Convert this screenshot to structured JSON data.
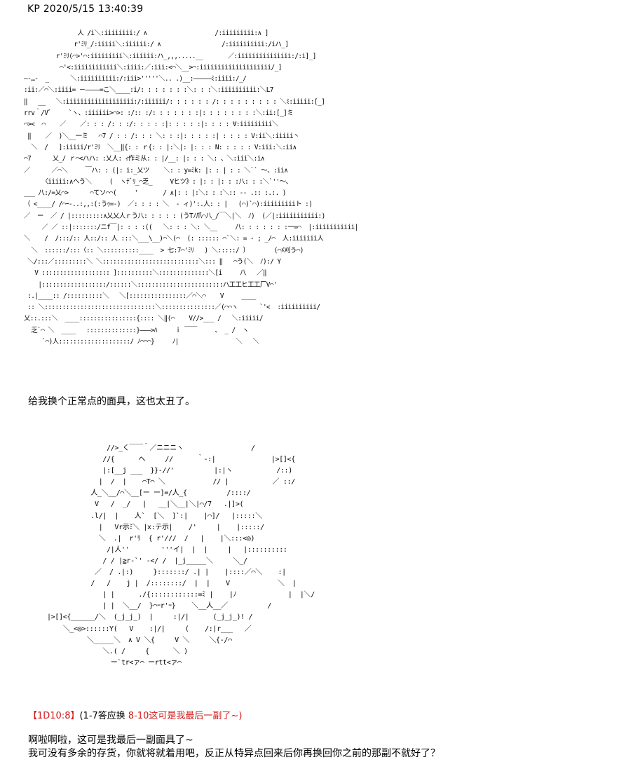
{
  "header": {
    "author": "KP",
    "timestamp": "2020/5/15 13:40:39"
  },
  "art": {
    "top": "               人 /i＼:iiiiiiii:/ ∧                   /:iiiiiiiii:∧ ]\n              r'ﾐﾘ_/:iiiii＼:iiiiii:/ ∧                 /:iiiiiiiiii:/iハ_]\n         r'ﾐﾘ(⌒>'⌒:iiiiiiiii＼:iiiiii:ハ_,,,.....__       ／:iiiiiiiiiiiiiii:/:i]_]\n          ⌒'<:iiiiiiiiiiii＼:iiii:／:iii:<⌒＼__>⌒:iiiiiiiiiiiiiiiiiiii/_]\n―-…-  _      ＼:iiiiiiiiii:/:iii>'''''＼.. .)__:―――――ﾐ:iiii:/_/\n:ii:／⌒＼:iiii= －――――=こ＼____:i/: : : : : : :＼: : :＼:iiiiiiiiii:＼L7\n‖   __   ＼:iiiiiiiiiiiiiiiiiii:/:iiiiii/: : : : : : /: : : : : : : : : ＼ﾐ:iiiii:[_]\nrrv＾/V゛    `ヽ、:iiiiii>⌒>: :/:: :/: : : : : : :|: : : : : : : :＼:ii:[_]ミ\n⌒><  ⌒    ／    ／: : : /: : :/: : : : :|: : : : :|: : : : ∀:iiiiiiiii＼\n ‖    ／  )＼__一ミ   ⌒7 / : : /: : : ＼: : :|: : : : :| : : : : V:ii＼:iiiii丶\n  ＼  /   ]:iiiii/r'ﾐﾘ  ＼__‖{: : ｒ{: : |:＼|: |: : : N: : : : : V:iii:＼:ii∧\n⌒7      乂_/ ｒ⌒<ハハ: :乂人: ｨ作ミ从: : |/__: |: : : ＼: 、＼:iii＼:i∧\n／      ／⌒＼     ￣ハ: : (|: i:_乂ツ    ＼: : y=ﾐk: |: : | : : ＼`` ～、:ii∧\n     〈iiiii:∧ヘう＼     (  ヽﾃﾞﾘ_⌒乏_     Vヒツ》: |: : |: : :八: : :＼`''～、\n___ 八:/=乂⌒>      ⌒てソ⌒⌒(     '       / ∧|: : |:＼: : :＼:: -- .:: :.:. )\n（ <____/ /⌒ｰ-..:,,:(:うｩ=-)  ／: : : : ＼  - ィ)':.人: : |   (⌒)`⌒):iiiiiiiiiト :)\n／  ー  ／ / |:::::::::∧乂乂人ｒう八: : : : : (うTﾉ爪⌒八_/￣＼|＼  ﾉ)  (／|:iiiiiiiiiii:)\n     ／ ／ ::|:::::::/ニf￣|: : : :((   ＼: : : ＼: ＼__     八: : : : : : :一=⌒  |:iiiiiiiiiii|\n＼    /  /:::/:: 人::/:: 人 :::＼___\\__)⌒＼(⌒  (: :::::: ⌒`＼: = - ; _/⌒  人:iiiiiii人\n  ＼  ::::::/:::〈:: ＼::::::::::____  > 七:7⌒'ﾐﾘ   ) ＼:::::/ 〕       (⌒ﾒ刈う⌒)\n ＼/:::／:::::::::＼ ＼:::::::::::::::::::::::::::＼::: ‖   ⌒う(＼  ﾉ):/ Y\n   V ::::::::::::::::::: ]::::::::::＼::::::::::::::＼[i     八   ／‖\n    |::::::::::::::::::/::::::＼::::::::::::::::::::::::ハ工工ヒ工工厂V⌒'\n :.|____:: /::::::::::＼   ＼[::::::::::::::::／⌒＼⌒    V     ____\n :: ＼:::::::::::::::::::::::::::::::＼:::::::::::::::／(⌒⌒ヽ      `'<  :iiiiiiiiii/\n乂::.:::＼  ____::::::::::::::::{:::: ＼‖(⌒    V//>___ /   ＼:iiiii/\n  乏`⌒ ＼  ____   ::::::::::::::}―――>ﾊ     ｉ ￣￣     、 _ /  ヽ\n     `⌒)人::::::::::::::::::::/ ﾉ⌒⌒⌒}     ﾉ|                ＼   ＼",
    "bottom": "                  //>_く￣￣｀／ニニニヽ                 /\n                 //{      ヘ     //      ｀-:|              |>[]<{\n                 |:[__j ___  }}-//'          |:|ヽ           /::)\n                |  /  |    ⌒T⌒ ＼            // |           ／ ::/\n              人_＼__/⌒＼__[ー ー]=/人_{          /::::/\n               V   /  _/   |   __|＼__|＼|⌒/7   .|]>(\n              .l/|  |    人`  [＼  ]`:|    |⌒]/   |:::::＼\n                |   Vr示ﾐ＼ |x:テ示|    /'     |    |:::::/\n                ＼  .|  r'ﾘ  { r'///  /   |    |＼:::<◎)\n                  /|人''        '''イ|  |  |     |   |::::::::::\n                 / / |≧r-`' -</ /  |_j_____＼     ＼_/\n               ／  / .|:)     }:::::::/ .| |    |::::／⌒＼    :|\n              /   /    j |  /::::::::/  |  |    V            ＼  |\n                 | |      ./{::::::::::::=ﾐ |    |ﾉ             |  |＼/\n                 | |  ＼__/  }⌒ｰr'ｰ}    ＼__人__／          /\n   |>[]<{______/＼  (_j_j_)  |     :|/|      (_j_j_)! /\n       ＼_<◎>::::::Y(   V    :|/|     (    /:|r___   ／\n             ＼_____＼  ∧ V ＼{     V ＼     ＼{-/⌒\n                 ＼.( /     {      ＼ )\n                   ー`tr<ァ⌒ ーrtt<ァ⌒"
  },
  "dialogue": {
    "line1": "给我换个正常点的面具，这也太丑了。",
    "roll_tag": "【1D10:8】",
    "roll_rule": "(1-7答应换 ",
    "roll_result": "8-10这可是我最后一副了~)",
    "line3": "啊啦啊啦，这可是我最后一副面具了~",
    "line4": "我可没有多余的存货，你就将就着用吧，反正从特异点回来后你再换回你之前的那副不就好了？"
  },
  "colors": {
    "roll_accent": "#d01818",
    "text": "#000000",
    "background": "#ffffff"
  }
}
